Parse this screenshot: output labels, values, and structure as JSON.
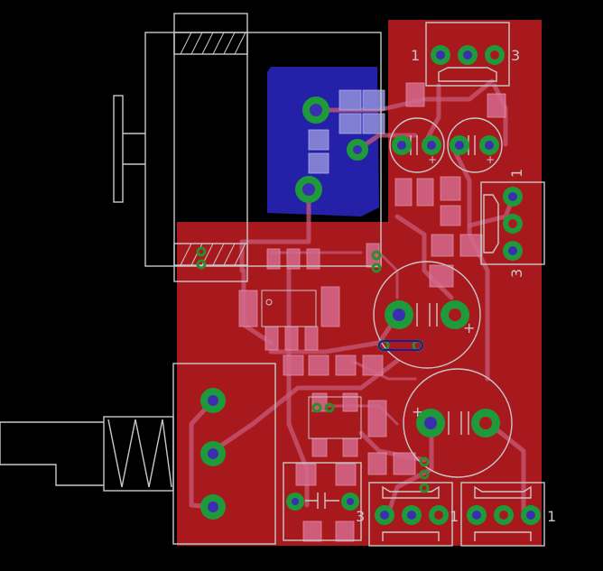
{
  "colors": {
    "background": "#000000",
    "top_copper_pour": "#a8191e",
    "bottom_copper_pour": "#2421a8",
    "trace": "#c85a7a",
    "silkscreen": "#c8c8c8",
    "tht_pad": "#1f9a3a",
    "via": "#2e8b2e"
  },
  "labels": {
    "connector_top_left_pin": "1",
    "connector_top_right_pin": "3",
    "connector_right_top_pin": "1",
    "connector_right_bottom_pin": "3",
    "connector_bottom_left_pin3": "3",
    "connector_bottom_left_pin1": "1",
    "connector_bottom_mid_pin3": "3",
    "connector_bottom_right_pin1": "1",
    "cap_plus_1": "+",
    "cap_plus_2": "+",
    "cap_plus_3": "+",
    "cap_plus_4": "+"
  }
}
